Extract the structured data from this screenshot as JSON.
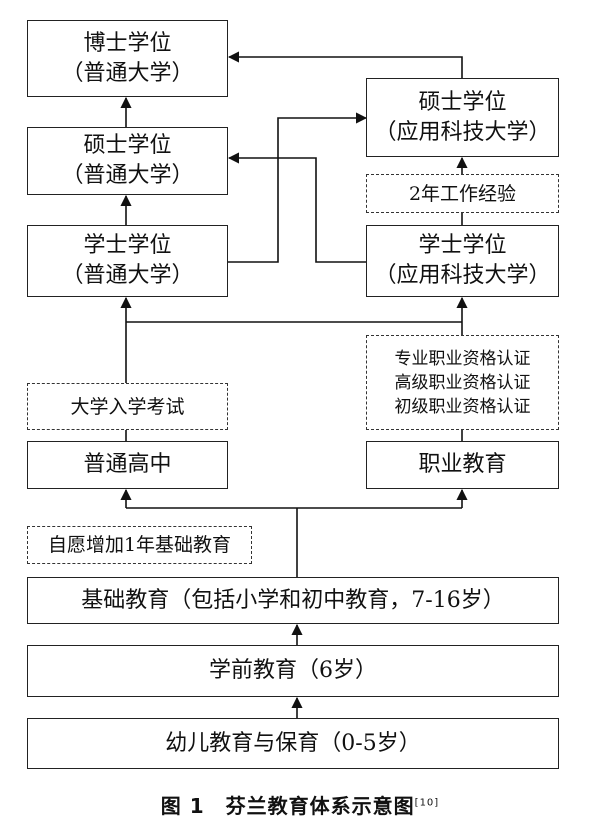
{
  "boxes": {
    "phd_general": [
      "博士学位",
      "（普通大学）"
    ],
    "master_general": [
      "硕士学位",
      "（普通大学）"
    ],
    "bachelor_general": [
      "学士学位",
      "（普通大学）"
    ],
    "master_applied": [
      "硕士学位",
      "（应用科技大学）"
    ],
    "work_experience": [
      "2年工作经验"
    ],
    "bachelor_applied": [
      "学士学位",
      "（应用科技大学）"
    ],
    "vocational_qualifications": [
      "专业职业资格认证",
      "高级职业资格认证",
      "初级职业资格认证"
    ],
    "university_entrance_exam": [
      "大学入学考试"
    ],
    "general_upper_secondary": [
      "普通高中"
    ],
    "vocational_education": [
      "职业教育"
    ],
    "voluntary_extra_year": [
      "自愿增加1年基础教育"
    ],
    "basic_education": [
      "基础教育（包括小学和初中教育，7-16岁）"
    ],
    "preschool_education": [
      "学前教育（6岁）"
    ],
    "early_childhood_care": [
      "幼儿教育与保育（0-5岁）"
    ]
  },
  "caption": {
    "text": "图 1　芬兰教育体系示意图",
    "ref": "[10]"
  }
}
